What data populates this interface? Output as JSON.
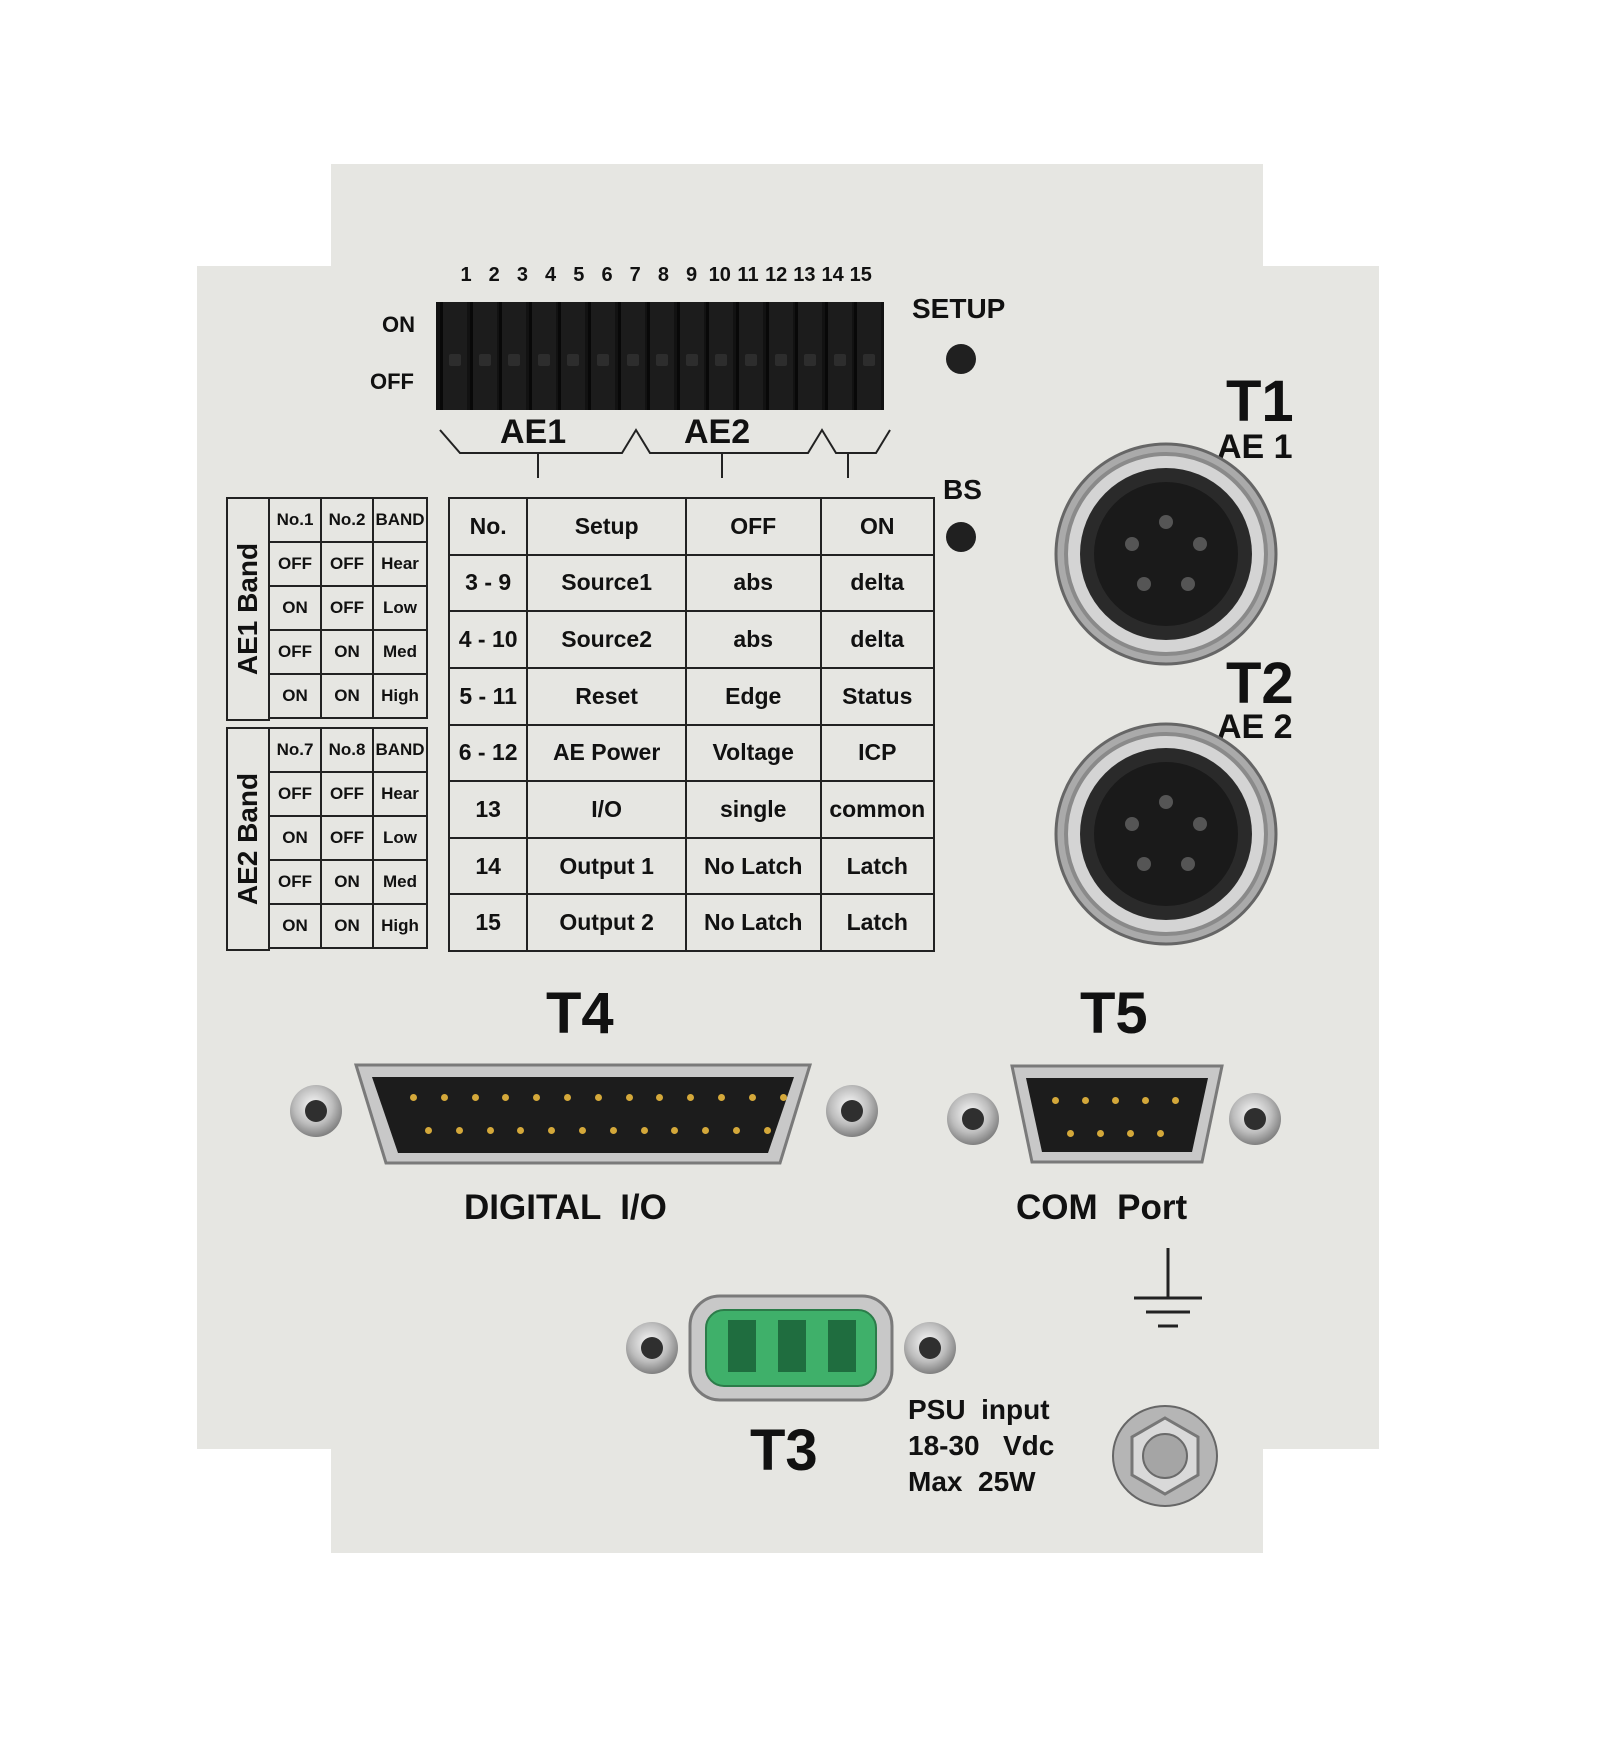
{
  "dip_switch": {
    "numbers": [
      "1",
      "2",
      "3",
      "4",
      "5",
      "6",
      "7",
      "8",
      "9",
      "10",
      "11",
      "12",
      "13",
      "14",
      "15"
    ],
    "on_label": "ON",
    "off_label": "OFF",
    "group_ae1": "AE1",
    "group_ae2": "AE2"
  },
  "leds": {
    "setup_label": "SETUP",
    "bs_label": "BS"
  },
  "connectors": {
    "t1": {
      "id": "T1",
      "label": "AE 1"
    },
    "t2": {
      "id": "T2",
      "label": "AE 2"
    },
    "t3": {
      "id": "T3"
    },
    "t4": {
      "id": "T4",
      "label": "DIGITAL  I/O"
    },
    "t5": {
      "id": "T5",
      "label": "COM  Port"
    }
  },
  "setup_table": {
    "headers": [
      "No.",
      "Setup",
      "OFF",
      "ON"
    ],
    "rows": [
      [
        "3 - 9",
        "Source1",
        "abs",
        "delta"
      ],
      [
        "4 - 10",
        "Source2",
        "abs",
        "delta"
      ],
      [
        "5 - 11",
        "Reset",
        "Edge",
        "Status"
      ],
      [
        "6 - 12",
        "AE  Power",
        "Voltage",
        "ICP"
      ],
      [
        "13",
        "I/O",
        "single",
        "common"
      ],
      [
        "14",
        "Output  1",
        "No  Latch",
        "Latch"
      ],
      [
        "15",
        "Output  2",
        "No  Latch",
        "Latch"
      ]
    ]
  },
  "ae1_band": {
    "title": "AE1  Band",
    "headers": [
      "No.1",
      "No.2",
      "BAND"
    ],
    "rows": [
      [
        "OFF",
        "OFF",
        "Hear"
      ],
      [
        "ON",
        "OFF",
        "Low"
      ],
      [
        "OFF",
        "ON",
        "Med"
      ],
      [
        "ON",
        "ON",
        "High"
      ]
    ]
  },
  "ae2_band": {
    "title": "AE2  Band",
    "headers": [
      "No.7",
      "No.8",
      "BAND"
    ],
    "rows": [
      [
        "OFF",
        "OFF",
        "Hear"
      ],
      [
        "ON",
        "OFF",
        "Low"
      ],
      [
        "OFF",
        "ON",
        "Med"
      ],
      [
        "ON",
        "ON",
        "High"
      ]
    ]
  },
  "psu": {
    "line1": "PSU  input",
    "line2": "18-30   Vdc",
    "line3": "Max  25W"
  },
  "ground_icon": "ground-symbol-icon",
  "colors": {
    "panel": "#e6e6e2",
    "terminal_block": "#3fb06a",
    "pins": "#d4a83a"
  }
}
